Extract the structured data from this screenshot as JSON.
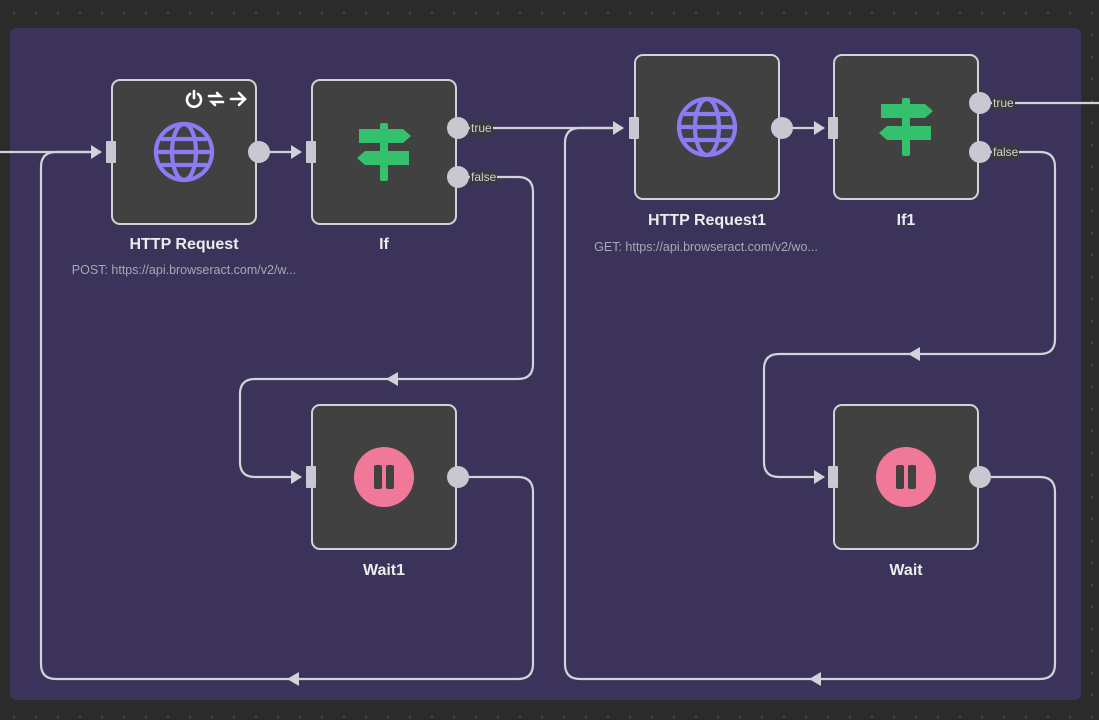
{
  "canvas": {
    "background": "#2b2b2c",
    "sticky_color": "#3b3359",
    "wire_color": "#d2d2d8"
  },
  "nodes": [
    {
      "id": "http_request",
      "title": "HTTP Request",
      "subtitle": "POST: https://api.browseract.com/v2/w...",
      "icon": "globe-icon",
      "icon_color": "#8b7cf3"
    },
    {
      "id": "if",
      "title": "If",
      "subtitle": "",
      "icon": "signpost-icon",
      "icon_color": "#35c06d"
    },
    {
      "id": "wait1",
      "title": "Wait1",
      "subtitle": "",
      "icon": "pause-icon",
      "icon_color": "#f0799a"
    },
    {
      "id": "http_request1",
      "title": "HTTP Request1",
      "subtitle": "GET: https://api.browseract.com/v2/wo...",
      "icon": "globe-icon",
      "icon_color": "#8b7cf3"
    },
    {
      "id": "if1",
      "title": "If1",
      "subtitle": "",
      "icon": "signpost-icon",
      "icon_color": "#35c06d"
    },
    {
      "id": "wait",
      "title": "Wait",
      "subtitle": "",
      "icon": "pause-icon",
      "icon_color": "#f0799a"
    }
  ],
  "branches": {
    "true_label": "true",
    "false_label": "false"
  },
  "toolbar": {
    "icons": [
      "power-icon",
      "loop-icon",
      "arrow-right-icon"
    ],
    "text": "⏻⇄➔"
  }
}
